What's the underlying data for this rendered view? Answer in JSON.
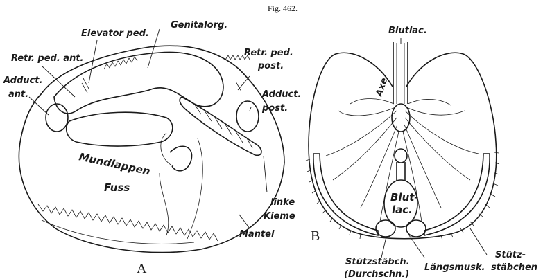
{
  "figure": {
    "number": "Fig. 462.",
    "panel_a": "A",
    "panel_b": "B"
  },
  "labels_a": {
    "genitalorg": "Genitalorg.",
    "elevator": "Elevator ped.",
    "retr_ant": "Retr. ped. ant.",
    "adduct_ant_1": "Adduct.",
    "adduct_ant_2": "ant.",
    "retr_post_1": "Retr. ped.",
    "retr_post_2": "post.",
    "adduct_post_1": "Adduct.",
    "adduct_post_2": "post.",
    "mundlappen": "Mundlappen",
    "fuss": "Fuss",
    "kieme_1": "linke",
    "kieme_2": "Kieme",
    "mantel": "Mantel"
  },
  "labels_b": {
    "blutlac_top": "Blutlac.",
    "axe": "Axe",
    "blutlac_1": "Blut-",
    "blutlac_2": "lac.",
    "stuetz_left_1": "Stützstäbch.",
    "stuetz_left_2": "(Durchschn.)",
    "laengsmusk": "Längsmusk.",
    "stuetz_right_1": "Stütz-",
    "stuetz_right_2": "stäbchen"
  }
}
